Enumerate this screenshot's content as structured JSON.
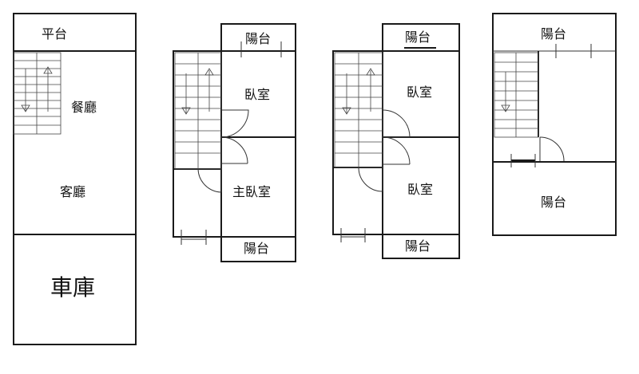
{
  "floors": [
    {
      "rooms": {
        "terrace": "平台",
        "dining": "餐廳",
        "living": "客廳",
        "garage": "車庫"
      }
    },
    {
      "rooms": {
        "balcony_top": "陽台",
        "bedroom": "臥室",
        "master_bedroom": "主臥室",
        "balcony_bottom": "陽台"
      }
    },
    {
      "rooms": {
        "balcony_top": "陽台",
        "bedroom_upper": "臥室",
        "bedroom_lower": "臥室",
        "balcony_bottom": "陽台"
      }
    },
    {
      "rooms": {
        "balcony_top": "陽台",
        "balcony_bottom": "陽台"
      }
    }
  ]
}
